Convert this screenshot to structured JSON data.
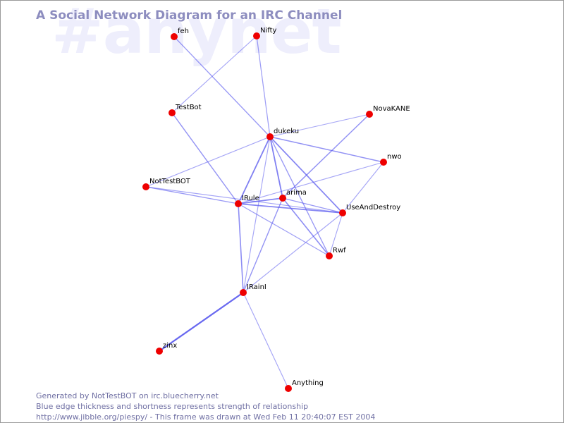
{
  "watermark": "#anynet",
  "title": "A Social Network Diagram for an IRC Channel",
  "footer": {
    "line1": "Generated by NotTestBOT on irc.bluecherry.net",
    "line2": "Blue edge thickness and shortness represents strength of relationship",
    "line3": "http://www.jibble.org/piespy/ - This frame was drawn at Wed Feb 11 20:40:07 EST 2004"
  },
  "colors": {
    "node": "#ee0000",
    "edge": "#5555ee",
    "title": "#8d8dbf",
    "watermark": "#eeeefc"
  },
  "nodes": [
    {
      "id": "feh",
      "label": "feh"
    },
    {
      "id": "Nifty",
      "label": "Nifty"
    },
    {
      "id": "TestBot",
      "label": "TestBot"
    },
    {
      "id": "NovaKANE",
      "label": "NovaKANE"
    },
    {
      "id": "dukeku",
      "label": "dukeku"
    },
    {
      "id": "nwo",
      "label": "nwo"
    },
    {
      "id": "NotTestBOT",
      "label": "NotTestBOT"
    },
    {
      "id": "arima",
      "label": "arima"
    },
    {
      "id": "IRule",
      "label": "IRule"
    },
    {
      "id": "UseAndDestroy",
      "label": "UseAndDestroy"
    },
    {
      "id": "Rwf",
      "label": "Rwf"
    },
    {
      "id": "IRainI",
      "label": "IRainI"
    },
    {
      "id": "zinx",
      "label": "zinx"
    },
    {
      "id": "Anything",
      "label": "Anything"
    }
  ],
  "edges": [
    {
      "from": "feh",
      "to": "dukeku",
      "strength": 1.4
    },
    {
      "from": "Nifty",
      "to": "dukeku",
      "strength": 1.2
    },
    {
      "from": "Nifty",
      "to": "TestBot",
      "strength": 1.0
    },
    {
      "from": "TestBot",
      "to": "IRule",
      "strength": 1.5
    },
    {
      "from": "dukeku",
      "to": "NotTestBOT",
      "strength": 1.0
    },
    {
      "from": "dukeku",
      "to": "NovaKANE",
      "strength": 0.9
    },
    {
      "from": "dukeku",
      "to": "nwo",
      "strength": 1.6
    },
    {
      "from": "dukeku",
      "to": "IRule",
      "strength": 2.2
    },
    {
      "from": "dukeku",
      "to": "arima",
      "strength": 2.2
    },
    {
      "from": "dukeku",
      "to": "UseAndDestroy",
      "strength": 2.0
    },
    {
      "from": "dukeku",
      "to": "Rwf",
      "strength": 1.4
    },
    {
      "from": "dukeku",
      "to": "IRainI",
      "strength": 1.0
    },
    {
      "from": "NovaKANE",
      "to": "arima",
      "strength": 1.6
    },
    {
      "from": "nwo",
      "to": "IRule",
      "strength": 1.0
    },
    {
      "from": "nwo",
      "to": "UseAndDestroy",
      "strength": 1.0
    },
    {
      "from": "NotTestBOT",
      "to": "IRule",
      "strength": 1.4
    },
    {
      "from": "NotTestBOT",
      "to": "UseAndDestroy",
      "strength": 1.0
    },
    {
      "from": "IRule",
      "to": "arima",
      "strength": 2.0
    },
    {
      "from": "IRule",
      "to": "UseAndDestroy",
      "strength": 2.0
    },
    {
      "from": "IRule",
      "to": "Rwf",
      "strength": 1.2
    },
    {
      "from": "IRule",
      "to": "IRainI",
      "strength": 1.8
    },
    {
      "from": "arima",
      "to": "UseAndDestroy",
      "strength": 1.4
    },
    {
      "from": "arima",
      "to": "Rwf",
      "strength": 1.8
    },
    {
      "from": "arima",
      "to": "IRainI",
      "strength": 1.5
    },
    {
      "from": "UseAndDestroy",
      "to": "Rwf",
      "strength": 1.0
    },
    {
      "from": "UseAndDestroy",
      "to": "IRainI",
      "strength": 1.0
    },
    {
      "from": "IRainI",
      "to": "zinx",
      "strength": 3.0
    },
    {
      "from": "IRainI",
      "to": "Anything",
      "strength": 1.0
    }
  ]
}
